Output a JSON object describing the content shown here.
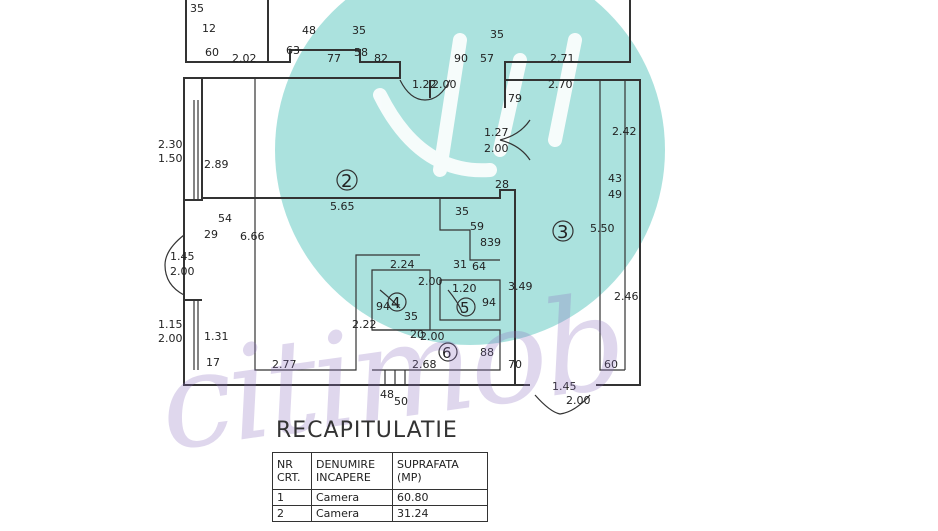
{
  "watermark": {
    "brand": "citimob",
    "colors": {
      "teal": "#7fd3d0",
      "purple": "#a98ac9"
    }
  },
  "dimensions": {
    "d35": "35",
    "d12": "12",
    "d60": "60",
    "d202": "2.02",
    "d63": "63",
    "d48": "48",
    "d77": "77",
    "d35b": "35",
    "d58": "58",
    "d82": "82",
    "d122": "1.22",
    "d200a": "2.00",
    "d90": "90",
    "d57": "57",
    "d35c": "35",
    "d271": "2.71",
    "d270": "2.70",
    "d79": "79",
    "d242": "2.42",
    "d127": "1.27",
    "d200b": "2.00",
    "d230": "2.30",
    "d150": "1.50",
    "d289": "2.89",
    "d565": "5.65",
    "d28": "28",
    "d43": "43",
    "d49": "49",
    "d54": "54",
    "d29": "29",
    "d666": "6.66",
    "d35d": "35",
    "d59": "59",
    "d839": "839",
    "d550": "5.50",
    "d145": "1.45",
    "d200c": "2.00",
    "d224": "2.24",
    "d31": "31",
    "d64": "64",
    "d349": "3.49",
    "d246": "2.46",
    "d200d": "2.00",
    "d120": "1.20",
    "d94": "94",
    "d94b": "94",
    "d115": "1.15",
    "d131": "1.31",
    "d200e": "2.00",
    "d222": "2.22",
    "d35e": "35",
    "d20": "20",
    "d200f": "2.00",
    "d88": "88",
    "d60b": "60",
    "d17": "17",
    "d277": "2.77",
    "d268": "2.68",
    "d70": "70",
    "d145b": "1.45",
    "d200g": "2.00",
    "d48b": "48",
    "d50": "50"
  },
  "rooms": [
    "2",
    "3",
    "4",
    "5",
    "6"
  ],
  "recap": {
    "title": "RECAPITULATIE",
    "headers": [
      "NR\nCRT.",
      "DENUMIRE\nINCAPERE",
      "SUPRAFATA\n(MP)"
    ],
    "rows": [
      {
        "nr": "1",
        "name": "Camera",
        "area": "60.80"
      },
      {
        "nr": "2",
        "name": "Camera",
        "area": "31.24"
      }
    ]
  }
}
